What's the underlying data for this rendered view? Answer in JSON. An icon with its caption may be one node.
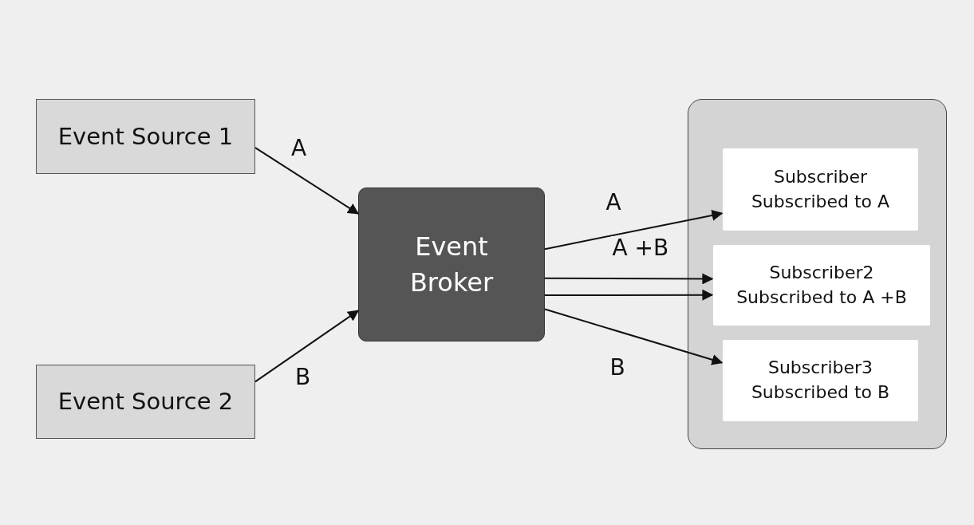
{
  "diagram": {
    "nodes": [
      {
        "text": [
          "Event Source 1"
        ]
      },
      {
        "text": [
          "Event Source 2"
        ]
      },
      {
        "text": [
          "Event Broker"
        ]
      },
      {
        "text": [],
        "shape": "box"
      },
      {
        "text": [
          "Subscriber Subscribed to A"
        ],
        "in": 3
      },
      {
        "text": [
          "Subscriber2 Subscribed to A +B"
        ],
        "in": 3
      },
      {
        "text": [
          "Subscriber3 Subscribed to B"
        ],
        "in": 3
      }
    ],
    "edges": [
      {
        "from": 0,
        "to": 2,
        "arrow": "to",
        "label": "A"
      },
      {
        "from": 1,
        "to": 2,
        "arrow": "to",
        "label": "B"
      },
      {
        "from": 2,
        "to": 4,
        "arrow": "to",
        "label": "A"
      },
      {
        "from": 2,
        "to": 5,
        "arrow": "to",
        "label": "A +B"
      },
      {
        "from": 2,
        "to": 5,
        "arrow": "to"
      },
      {
        "from": 2,
        "to": 6,
        "arrow": "to",
        "label": "B"
      }
    ]
  }
}
